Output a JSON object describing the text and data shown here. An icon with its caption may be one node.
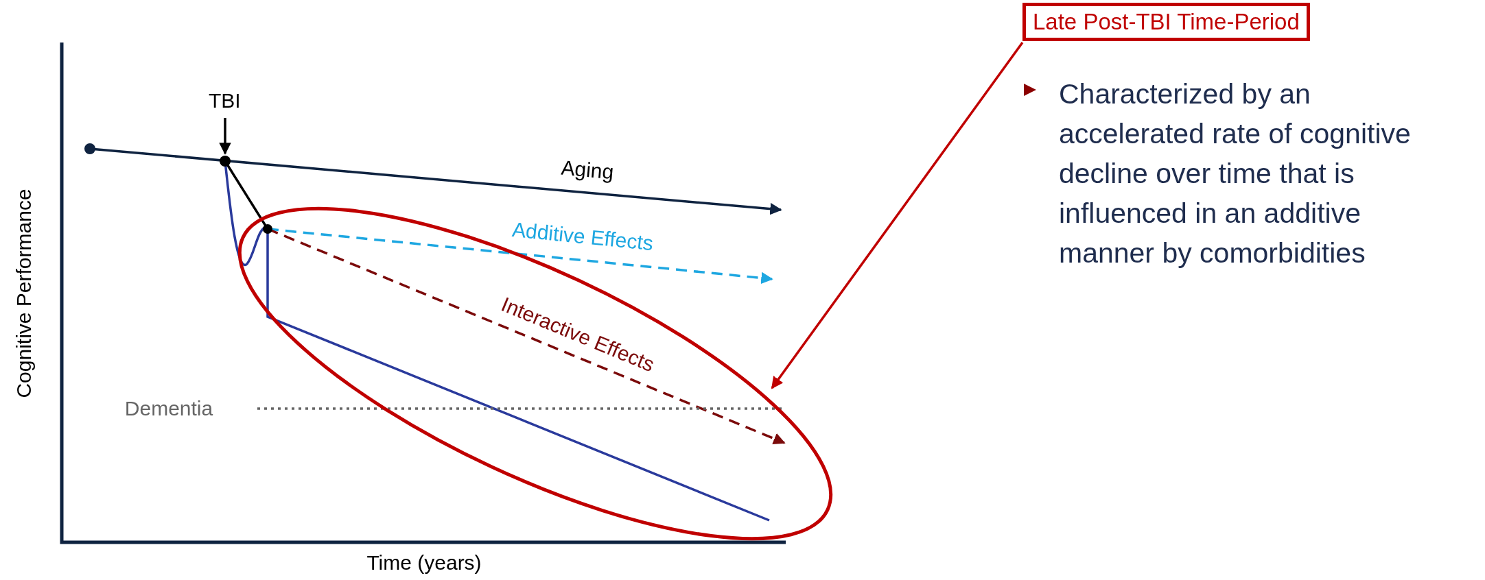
{
  "diagram": {
    "nodes": [
      {
        "text": [
          "Late Post-TBI Time-Period"
        ]
      },
      {
        "text": [],
        "shape": "ellipse"
      },
      {
        "text": [
          "TBI"
        ]
      },
      {
        "text": [],
        "shape": "dot"
      }
    ],
    "edges": [
      {
        "from": 0,
        "to": 1,
        "arrow": "to",
        "color": "#c00000"
      },
      {
        "from": 2,
        "to": 3,
        "arrow": "to",
        "color": "#000000"
      }
    ],
    "labels": [
      "Cognitive Performance",
      "Aging",
      "Additive Effects",
      "Interactive Effects",
      "Dementia",
      "Time (years)",
      "Characterized by an accelerated rate of cognitive decline over time that is influenced in an additive manner by comorbidities"
    ]
  }
}
